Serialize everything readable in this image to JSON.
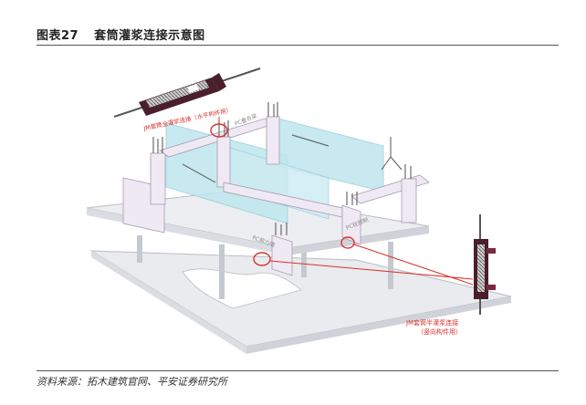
{
  "figure": {
    "number": "图表27",
    "title": "套筒灌浆连接示意图",
    "source": "资料来源：拓木建筑官网、平安证券研究所"
  },
  "diagram": {
    "callout_horizontal": "JM套筒全灌浆连接（水平构件用）",
    "callout_vertical_line1": "JM套筒半灌浆连接",
    "callout_vertical_line2": "（竖向构件用）",
    "label_pc_beam": "PC叠合梁",
    "label_pc_wall": "PC剪力墙",
    "label_pc_column": "PC柱预制",
    "colors": {
      "accent": "#d8322e",
      "glass": "#bfe6ee",
      "slab": "#e9ebee",
      "slab_edge": "#b9bdc4",
      "component": "#efe9f3",
      "rebar": "#6b6b6b",
      "sleeve_dark": "#4a1f2b"
    }
  }
}
